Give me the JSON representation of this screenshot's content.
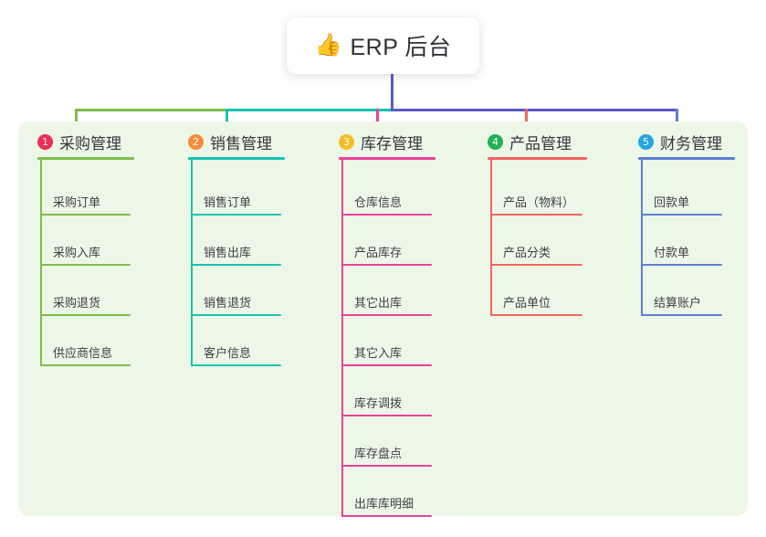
{
  "root": {
    "icon": "thumbs-up-icon",
    "emoji": "👍",
    "title": "ERP 后台"
  },
  "palette": {
    "panel_bg": "#edf7e7",
    "page_bg": "#ffffff",
    "root_stem": "#5a57c8",
    "text": "#33363b"
  },
  "columns": [
    {
      "index": "1",
      "title": "采购管理",
      "line_color": "#7dbd4c",
      "badge_color": "#ef2d56",
      "items": [
        "采购订单",
        "采购入库",
        "采购退货",
        "供应商信息"
      ]
    },
    {
      "index": "2",
      "title": "销售管理",
      "line_color": "#17c3b2",
      "badge_color": "#f78c3c",
      "items": [
        "销售订单",
        "销售出库",
        "销售退货",
        "客户信息"
      ]
    },
    {
      "index": "3",
      "title": "库存管理",
      "line_color": "#e8439a",
      "badge_color": "#f6bd27",
      "items": [
        "仓库信息",
        "产品库存",
        "其它出库",
        "其它入库",
        "库存调拨",
        "库存盘点",
        "出库库明细"
      ]
    },
    {
      "index": "4",
      "title": "产品管理",
      "line_color": "#f4645f",
      "badge_color": "#1fb255",
      "items": [
        "产品（物料）",
        "产品分类",
        "产品单位"
      ]
    },
    {
      "index": "5",
      "title": "财务管理",
      "line_color": "#5c7fd6",
      "badge_color": "#23a6e0",
      "items": [
        "回款单",
        "付款单",
        "结算账户"
      ]
    }
  ]
}
